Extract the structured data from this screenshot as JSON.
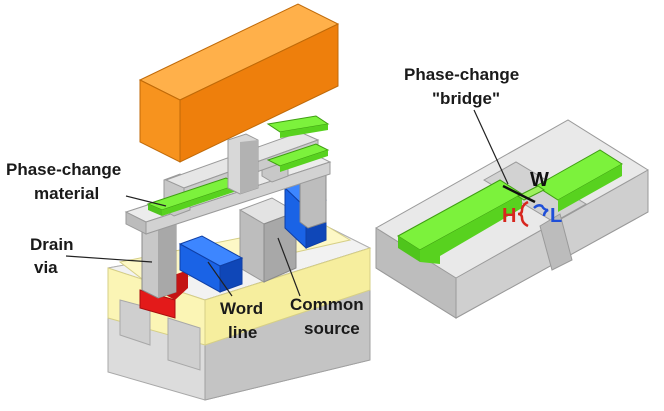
{
  "labels": {
    "phase_change_material": [
      "Phase-change",
      "material"
    ],
    "drain_via": [
      "Drain",
      "via"
    ],
    "word_line": [
      "Word",
      "line"
    ],
    "common_source": [
      "Common",
      "source"
    ],
    "phase_change_bridge": [
      "Phase-change",
      "\"bridge\""
    ],
    "dim_w": "W",
    "dim_h": "H",
    "dim_l": "L"
  },
  "colors": {
    "metal_top": "#f7931e",
    "phase_change": "#66e52a",
    "word_line": "#1a63e6",
    "substrate": "#fbf5b5",
    "drain_contact": "#e31a1a",
    "structure_grey": "#cfcfcf",
    "dim_h": "#d7261e",
    "dim_l": "#1f4fd8",
    "dim_w": "#111111"
  }
}
